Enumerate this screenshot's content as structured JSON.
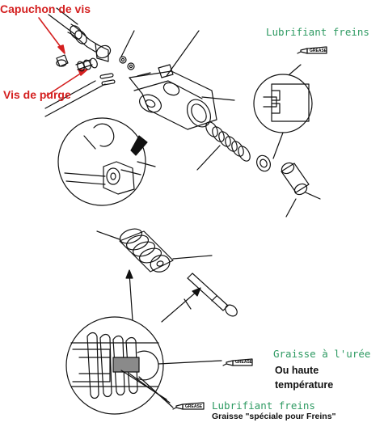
{
  "labels": {
    "screw_cap": "Capuchon de vis",
    "bleed_screw": "Vis de purge",
    "brake_lubricant_top": "Lubrifiant freins",
    "urea_grease": "Graisse à l'urée",
    "or_high": "Ou haute",
    "temperature": "température",
    "brake_lubricant_bottom": "Lubrifiant freins",
    "special_brake_grease": "Graisse \"spéciale pour Freins\""
  },
  "tube_labels": {
    "grease_tube": "GREASE"
  },
  "colors": {
    "callout_red": "#d42020",
    "callout_green": "#2e9a62",
    "line": "#111111"
  }
}
